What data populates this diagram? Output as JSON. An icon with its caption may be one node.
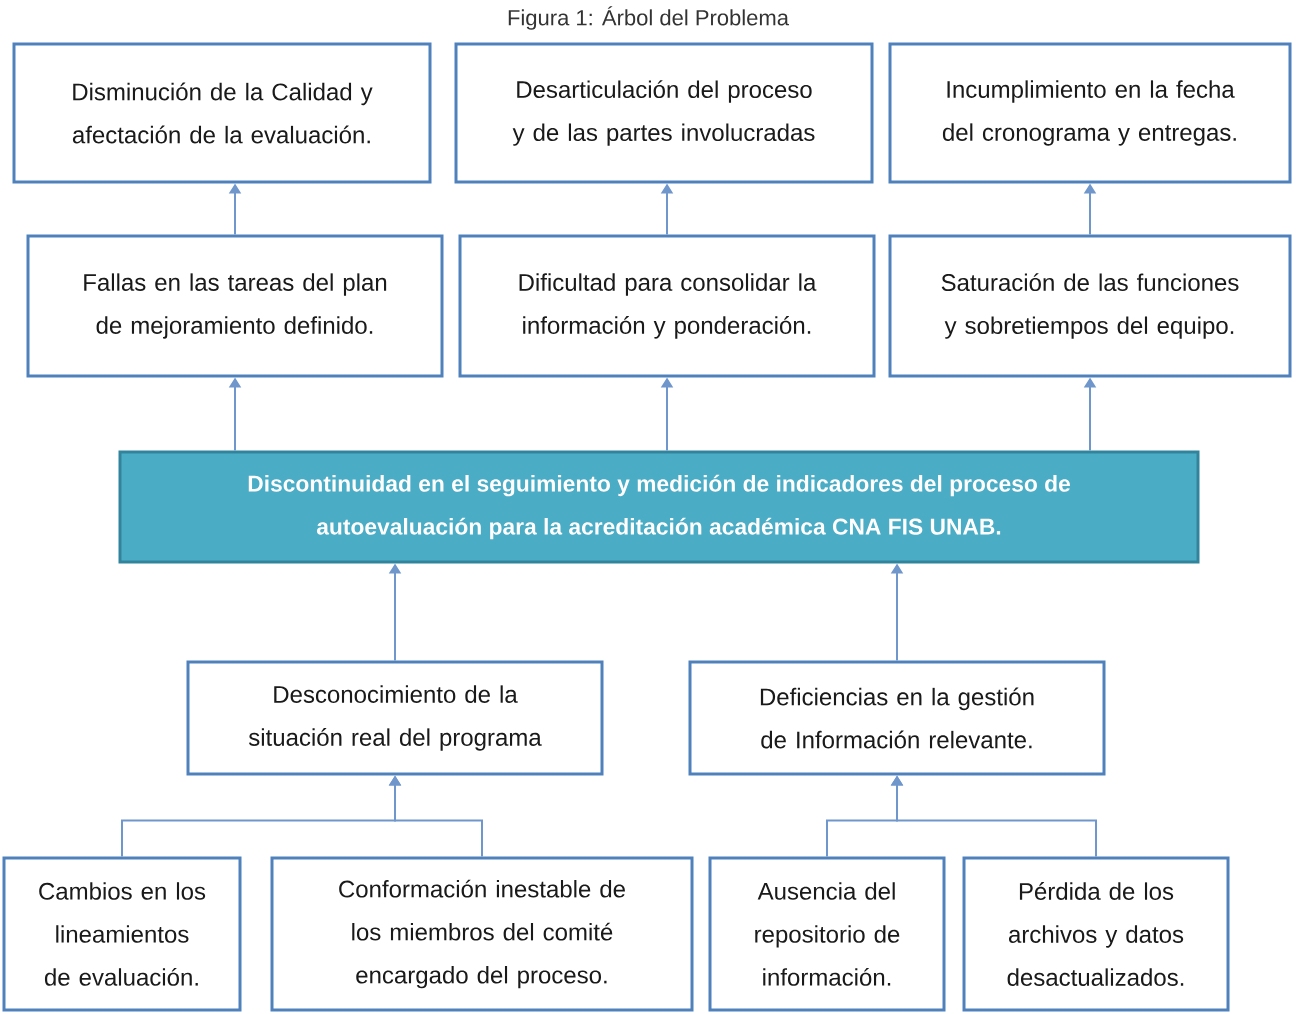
{
  "diagram": {
    "title": "Figura 1: Árbol del Problema",
    "nodes": [
      {
        "text": [
          "Disminución de la Calidad y afectación de la evaluación."
        ]
      },
      {
        "text": [
          "Desarticulación del proceso y de las partes involucradas"
        ]
      },
      {
        "text": [
          "Incumplimiento en la fecha del cronograma y entregas."
        ]
      },
      {
        "text": [
          "Fallas en las tareas del plan de mejoramiento definido."
        ]
      },
      {
        "text": [
          "Dificultad para consolidar la información y ponderación."
        ]
      },
      {
        "text": [
          "Saturación de las funciones y sobretiempos del equipo."
        ]
      },
      {
        "text": [
          "Discontinuidad en el seguimiento y medición de indicadores del proceso de autoevaluación para la acreditación académica CNA FIS UNAB."
        ]
      },
      {
        "text": [
          "Desconocimiento de la situación real del programa"
        ]
      },
      {
        "text": [
          "Deficiencias en la gestión de Información relevante."
        ]
      },
      {
        "text": [
          "Cambios en los lineamientos de evaluación."
        ]
      },
      {
        "text": [
          "Conformación inestable de los miembros del comité encargado del proceso."
        ]
      },
      {
        "text": [
          "Ausencia del repositorio de información."
        ]
      },
      {
        "text": [
          "Pérdida de los archivos y datos desactualizados."
        ]
      }
    ],
    "edges": [
      {
        "from": 9,
        "to": 7,
        "arrow": "to"
      },
      {
        "from": 10,
        "to": 7,
        "arrow": "to"
      },
      {
        "from": 11,
        "to": 8,
        "arrow": "to"
      },
      {
        "from": 12,
        "to": 8,
        "arrow": "to"
      },
      {
        "from": 7,
        "to": 6,
        "arrow": "to"
      },
      {
        "from": 8,
        "to": 6,
        "arrow": "to"
      },
      {
        "from": 6,
        "to": 3,
        "arrow": "to"
      },
      {
        "from": 6,
        "to": 4,
        "arrow": "to"
      },
      {
        "from": 6,
        "to": 5,
        "arrow": "to"
      },
      {
        "from": 3,
        "to": 0,
        "arrow": "to"
      },
      {
        "from": 4,
        "to": 1,
        "arrow": "to"
      },
      {
        "from": 5,
        "to": 2,
        "arrow": "to"
      }
    ]
  }
}
